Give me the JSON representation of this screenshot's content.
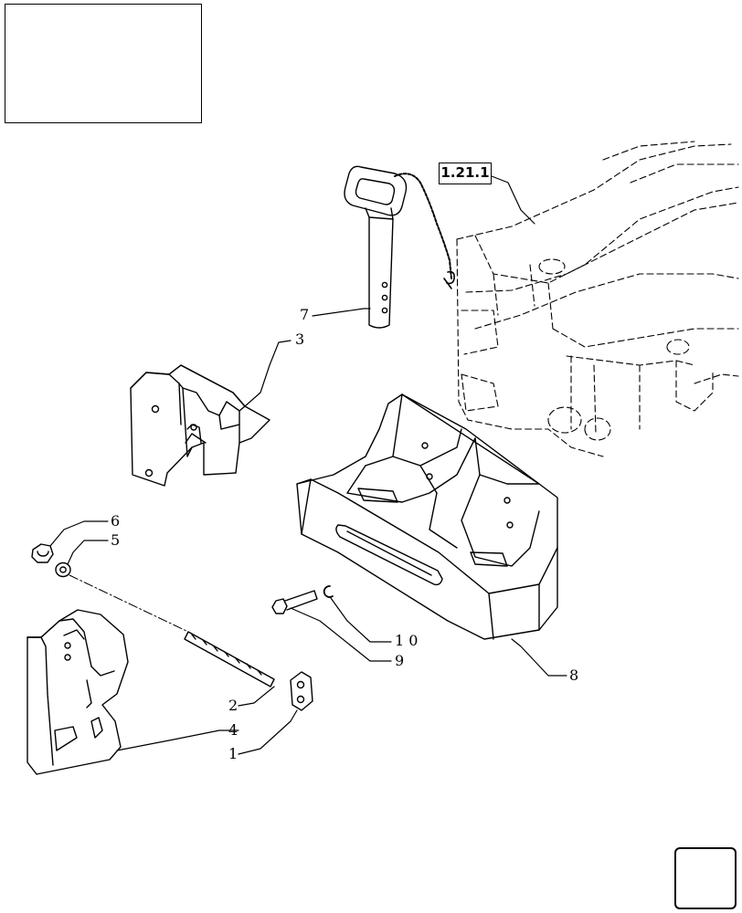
{
  "reference": {
    "label": "1.21.1"
  },
  "navigation": {
    "icon": "next-page-arrow-icon"
  },
  "thumbnail": {
    "icon": "tractor-thumbnail-icon"
  },
  "callouts": [
    {
      "id": "7",
      "label": "7"
    },
    {
      "id": "3",
      "label": "3"
    },
    {
      "id": "6",
      "label": "6"
    },
    {
      "id": "5",
      "label": "5"
    },
    {
      "id": "10",
      "label": "1 0"
    },
    {
      "id": "9",
      "label": "9"
    },
    {
      "id": "8",
      "label": "8"
    },
    {
      "id": "2",
      "label": "2"
    },
    {
      "id": "4",
      "label": "4"
    },
    {
      "id": "1",
      "label": "1"
    }
  ],
  "parts": [
    {
      "number": "1",
      "icon": "plate-icon"
    },
    {
      "number": "2",
      "icon": "rod-icon"
    },
    {
      "number": "3",
      "icon": "bracket-icon"
    },
    {
      "number": "4",
      "icon": "weight-icon"
    },
    {
      "number": "5",
      "icon": "washer-icon"
    },
    {
      "number": "6",
      "icon": "nut-icon"
    },
    {
      "number": "7",
      "icon": "pin-icon"
    },
    {
      "number": "8",
      "icon": "weight-carrier-icon"
    },
    {
      "number": "9",
      "icon": "bolt-icon"
    },
    {
      "number": "10",
      "icon": "clip-icon"
    }
  ]
}
